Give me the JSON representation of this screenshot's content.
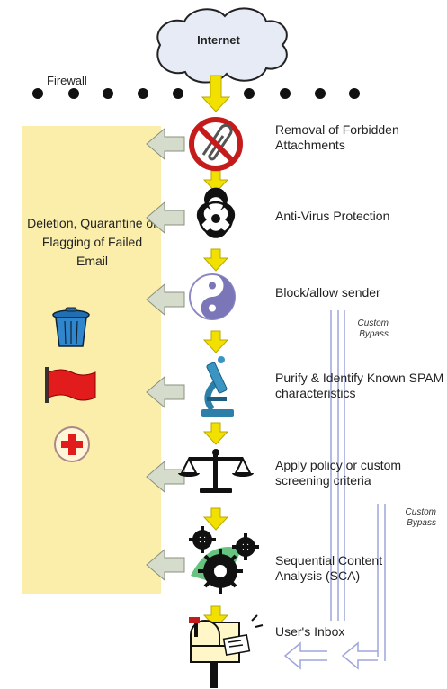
{
  "internet": {
    "label": "Internet"
  },
  "firewall": {
    "label": "Firewall"
  },
  "stages": [
    {
      "label": "Removal of Forbidden Attachments",
      "icon": "forbidden-paperclip-icon"
    },
    {
      "label": "Anti-Virus Protection",
      "icon": "biohazard-icon"
    },
    {
      "label": "Block/allow sender",
      "icon": "yin-yang-icon"
    },
    {
      "label": "Purify & Identify Known SPAM characteristics",
      "icon": "microscope-icon"
    },
    {
      "label": "Apply policy or custom screening criteria",
      "icon": "scales-icon"
    },
    {
      "label": "Sequential Content Analysis (SCA)",
      "icon": "gears-icon"
    },
    {
      "label": "User's Inbox",
      "icon": "mailbox-icon"
    }
  ],
  "failed_panel": {
    "label": "Deletion, Quarantine or Flagging of Failed Email",
    "icons": [
      "trash-can-icon",
      "red-flag-icon",
      "medical-cross-icon"
    ]
  },
  "bypass": [
    {
      "label": "Custom Bypass"
    },
    {
      "label": "Custom Bypass"
    }
  ],
  "colors": {
    "flow_arrow": "#f2e000",
    "reject_arrow": "#d6dccb",
    "panel": "#fbeeaa",
    "bypass_line": "#9fa6dc"
  }
}
